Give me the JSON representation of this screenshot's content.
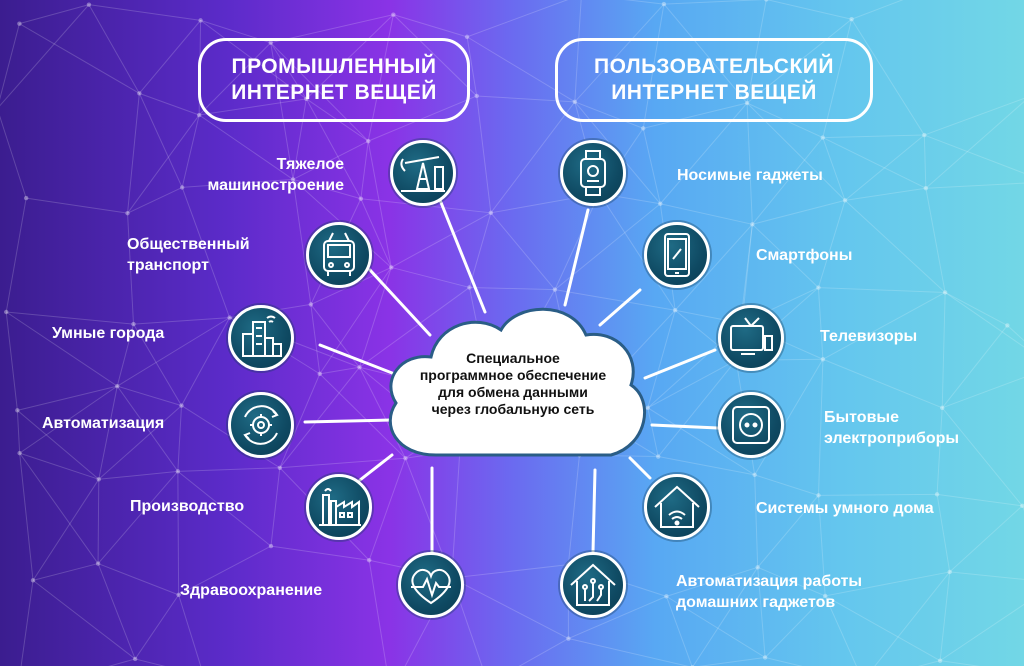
{
  "titles": {
    "industrial": [
      "ПРОМЫШЛЕННЫЙ",
      "ИНТЕРНЕТ ВЕЩЕЙ"
    ],
    "consumer": [
      "ПОЛЬЗОВАТЕЛЬСКИЙ",
      "ИНТЕРНЕТ ВЕЩЕЙ"
    ]
  },
  "center": {
    "lines": [
      "Специальное",
      "программное обеспечение",
      "для обмена данными",
      "через глобальную сеть"
    ]
  },
  "industrial_items": [
    {
      "lines": [
        "Тяжелое",
        "машиностроение"
      ],
      "icon": "oil-pump-icon"
    },
    {
      "lines": [
        "Общественный",
        "транспорт"
      ],
      "icon": "trolleybus-icon"
    },
    {
      "lines": [
        "Умные города"
      ],
      "icon": "city-buildings-icon"
    },
    {
      "lines": [
        "Автоматизация"
      ],
      "icon": "gear-cycle-icon"
    },
    {
      "lines": [
        "Производство"
      ],
      "icon": "factory-icon"
    },
    {
      "lines": [
        "Здравоохранение"
      ],
      "icon": "heart-pulse-icon"
    }
  ],
  "consumer_items": [
    {
      "lines": [
        "Носимые гаджеты"
      ],
      "icon": "smartwatch-icon"
    },
    {
      "lines": [
        "Смартфоны"
      ],
      "icon": "smartphone-icon"
    },
    {
      "lines": [
        "Телевизоры"
      ],
      "icon": "tv-icon"
    },
    {
      "lines": [
        "Бытовые",
        "электроприборы"
      ],
      "icon": "power-socket-icon"
    },
    {
      "lines": [
        "Системы умного дома"
      ],
      "icon": "smart-home-wifi-icon"
    },
    {
      "lines": [
        "Автоматизация работы",
        "домашних гаджетов"
      ],
      "icon": "home-circuit-icon"
    }
  ],
  "colors": {
    "node_fill": "#0f4a63",
    "line": "#ffffff",
    "text": "#ffffff",
    "cloud": "#ffffff"
  }
}
